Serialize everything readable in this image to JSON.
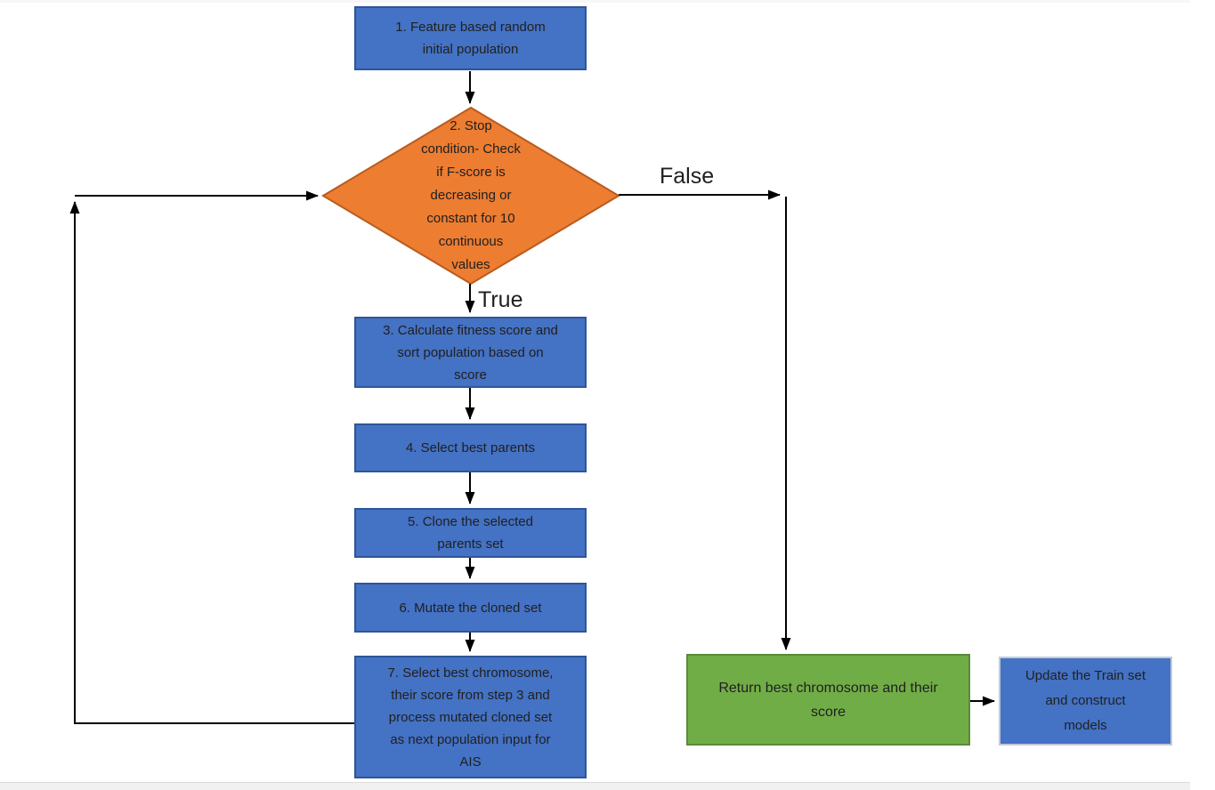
{
  "colors": {
    "process_fill": "#4472C4",
    "process_border": "#2F5597",
    "decision_fill": "#ED7D31",
    "decision_border": "#B85C1F",
    "terminal_fill": "#70AD47",
    "terminal_border": "#5A8A39",
    "update_box_border": "#C3C9D8",
    "connector": "#000000",
    "text": "#202020",
    "page_edge_band": "#F1F1F1"
  },
  "flowchart": {
    "nodes": {
      "step1": {
        "shape": "rectangle",
        "text": "1. Feature based random\ninitial population"
      },
      "step2": {
        "shape": "diamond",
        "text": "2. Stop\ncondition- Check\nif F-score is\ndecreasing or\nconstant for 10\ncontinuous\nvalues"
      },
      "step3": {
        "shape": "rectangle",
        "text": "3. Calculate fitness score and\nsort population based on\nscore"
      },
      "step4": {
        "shape": "rectangle",
        "text": "4. Select best parents"
      },
      "step5": {
        "shape": "rectangle",
        "text": "5. Clone the selected\nparents set"
      },
      "step6": {
        "shape": "rectangle",
        "text": "6. Mutate the cloned set"
      },
      "step7": {
        "shape": "rectangle",
        "text": "7. Select best chromosome,\ntheir score from step 3 and\nprocess mutated cloned set\nas next population input for\nAIS"
      },
      "return_best": {
        "shape": "rectangle",
        "text": "Return best chromosome and their\nscore"
      },
      "update_train": {
        "shape": "rectangle",
        "text": "Update the Train set\nand construct\nmodels"
      }
    },
    "edge_labels": {
      "false_branch": "False",
      "true_branch": "True"
    }
  }
}
